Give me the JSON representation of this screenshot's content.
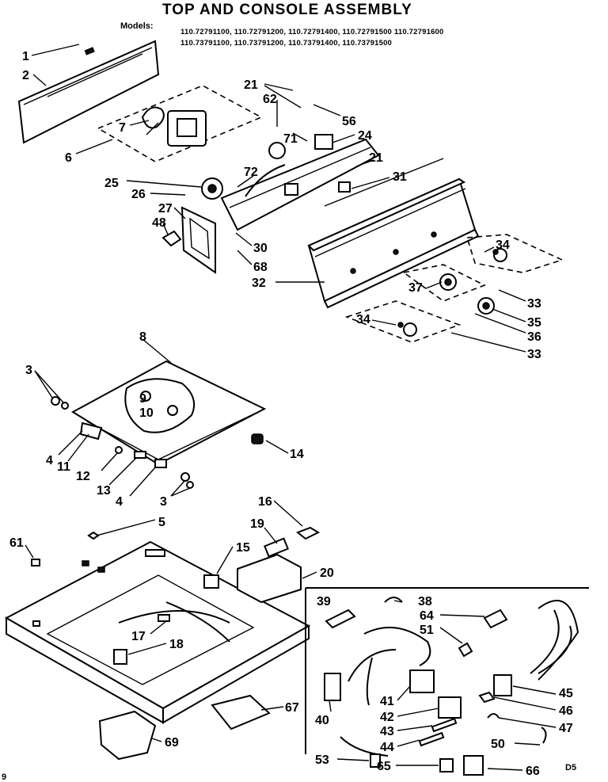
{
  "header": {
    "title": "TOP AND CONSOLE ASSEMBLY",
    "models_label": "Models:",
    "model_numbers_line1": "110.72791100, 110.72791200, 110.72791400, 110.72791500 110.72791600",
    "model_numbers_line2": "110.73791100, 110.73791200, 110.73791400, 110.73791500"
  },
  "footer": {
    "page_code": "D5",
    "edge_text": "9 "
  },
  "part_labels": {
    "p1": "1",
    "p2": "2",
    "p3a": "3",
    "p3b": "3",
    "p4a": "4",
    "p4b": "4",
    "p5": "5",
    "p6": "6",
    "p7": "7",
    "p8": "8",
    "p9": "9",
    "p10": "10",
    "p11": "11",
    "p12": "12",
    "p13": "13",
    "p14": "14",
    "p15": "15",
    "p16": "16",
    "p17": "17",
    "p18": "18",
    "p19": "19",
    "p20": "20",
    "p21a": "21",
    "p21b": "21",
    "p24": "24",
    "p25": "25",
    "p26": "26",
    "p27": "27",
    "p30": "30",
    "p31": "31",
    "p32": "32",
    "p33a": "33",
    "p33b": "33",
    "p34a": "34",
    "p34b": "34",
    "p35": "35",
    "p36": "36",
    "p37": "37",
    "p38": "38",
    "p39": "39",
    "p40": "40",
    "p41": "41",
    "p42": "42",
    "p43": "43",
    "p44": "44",
    "p45": "45",
    "p46": "46",
    "p47": "47",
    "p48": "48",
    "p50": "50",
    "p51": "51",
    "p53": "53",
    "p56": "56",
    "p61": "61",
    "p62": "62",
    "p64": "64",
    "p65": "65",
    "p66": "66",
    "p67": "67",
    "p68": "68",
    "p69": "69",
    "p71": "71",
    "p72": "72"
  }
}
